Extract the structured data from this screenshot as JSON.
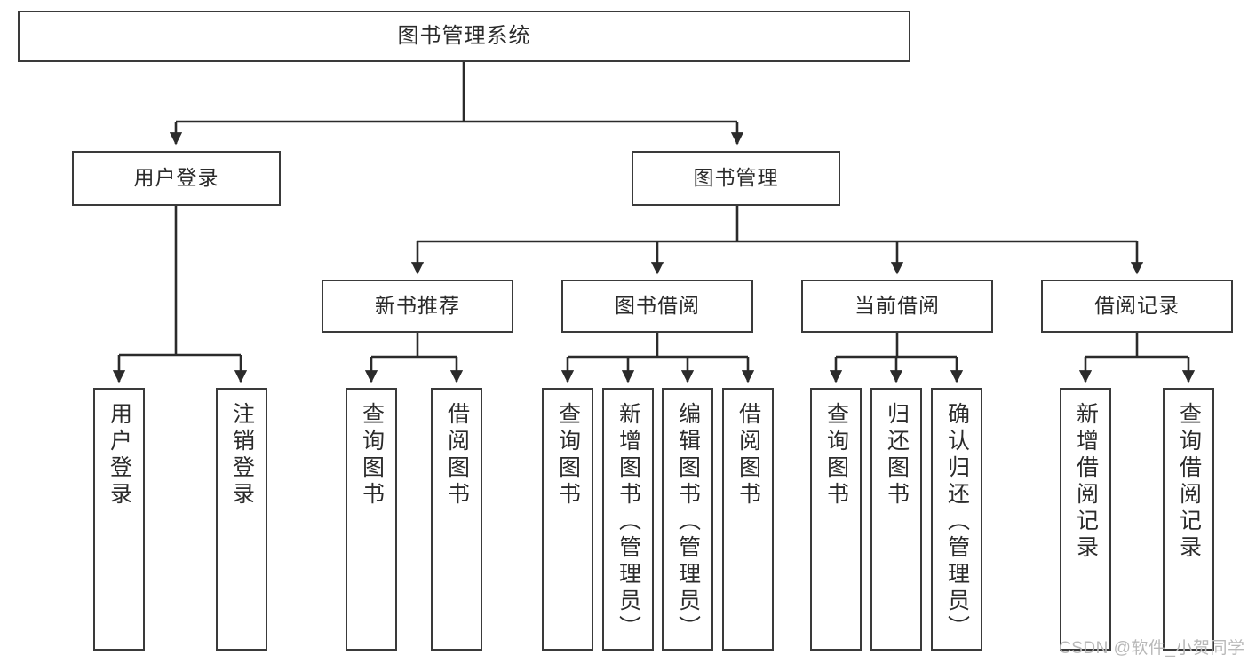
{
  "diagram": {
    "title": "图书管理系统",
    "type": "tree-hierarchy-diagram",
    "colors": {
      "box_border": "#3a3a3a",
      "box_fill": "#ffffff",
      "edge": "#2b2b2b",
      "text": "#2b2b2b",
      "watermark": "#b8b8b8",
      "background": "#ffffff"
    },
    "nodes": {
      "root": {
        "label": "图书管理系统"
      },
      "level2": [
        {
          "label": "用户登录"
        },
        {
          "label": "图书管理"
        }
      ],
      "level3": [
        {
          "label": "新书推荐"
        },
        {
          "label": "图书借阅"
        },
        {
          "label": "当前借阅"
        },
        {
          "label": "借阅记录"
        }
      ],
      "leaves_user_login": [
        {
          "label": "用户登录"
        },
        {
          "label": "注销登录"
        }
      ],
      "leaves_new_book": [
        {
          "label": "查询图书"
        },
        {
          "label": "借阅图书"
        }
      ],
      "leaves_book_borrow": [
        {
          "label": "查询图书"
        },
        {
          "label": "新增图书（管理员）"
        },
        {
          "label": "编辑图书（管理员）"
        },
        {
          "label": "借阅图书"
        }
      ],
      "leaves_current_borrow": [
        {
          "label": "查询图书"
        },
        {
          "label": "归还图书"
        },
        {
          "label": "确认归还（管理员）"
        }
      ],
      "leaves_borrow_record": [
        {
          "label": "新增借阅记录"
        },
        {
          "label": "查询借阅记录"
        }
      ]
    },
    "watermark": "CSDN @软件_小贺同学"
  }
}
